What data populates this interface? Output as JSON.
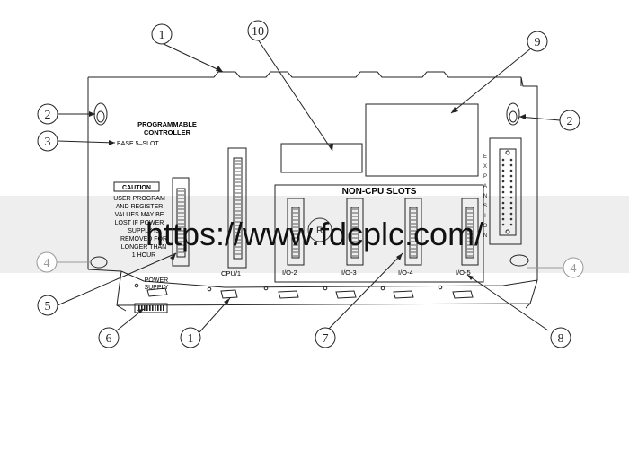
{
  "controller": {
    "title_line1": "PROGRAMMABLE",
    "title_line2": "CONTROLLER",
    "model": "BASE 5–SLOT"
  },
  "caution": {
    "heading": "CAUTION",
    "lines": [
      "USER PROGRAM",
      "AND REGISTER",
      "VALUES MAY BE",
      "LOST IF POWER",
      "SUPPLY IS",
      "REMOVED FOR",
      "LONGER THAN",
      "1 HOUR"
    ]
  },
  "non_cpu_header": "NON-CPU SLOTS",
  "slots": {
    "power_supply_line1": "POWER",
    "power_supply_line2": "SUPPLY",
    "cpu": "CPU/1",
    "io": [
      "I/O-2",
      "I/O-3",
      "I/O-4",
      "I/O-5"
    ]
  },
  "expansion_letters": [
    "E",
    "X",
    "P",
    "A",
    "N",
    "S",
    "I",
    "O",
    "N"
  ],
  "callouts": [
    "1",
    "2",
    "2",
    "3",
    "4",
    "4",
    "5",
    "6",
    "1",
    "7",
    "8",
    "9",
    "10"
  ],
  "watermark": "https://www.fdcplc.com/",
  "colors": {
    "line": "#222222",
    "band": "#e8e8e8",
    "faded_callout": "#9a9a9a"
  }
}
